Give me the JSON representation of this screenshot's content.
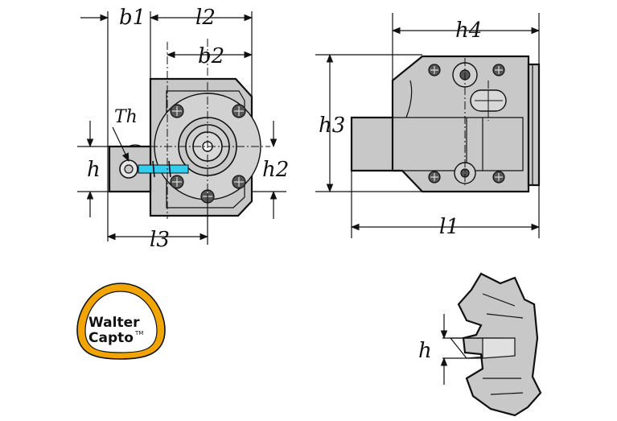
{
  "labels": {
    "b1": "b1",
    "l2": "l2",
    "b2": "b2",
    "Th": "Th",
    "h_front": "h",
    "h2": "h2",
    "l3": "l3",
    "h4": "h4",
    "h3": "h3",
    "l1": "l1",
    "h_detail": "h"
  },
  "logo": {
    "line1": "Walter",
    "line2": "Capto",
    "trademark": "TM"
  },
  "colors": {
    "body": "#c8c8c8",
    "insert": "#33ccee",
    "logo_ring": "#f0a500",
    "line": "#111111"
  }
}
